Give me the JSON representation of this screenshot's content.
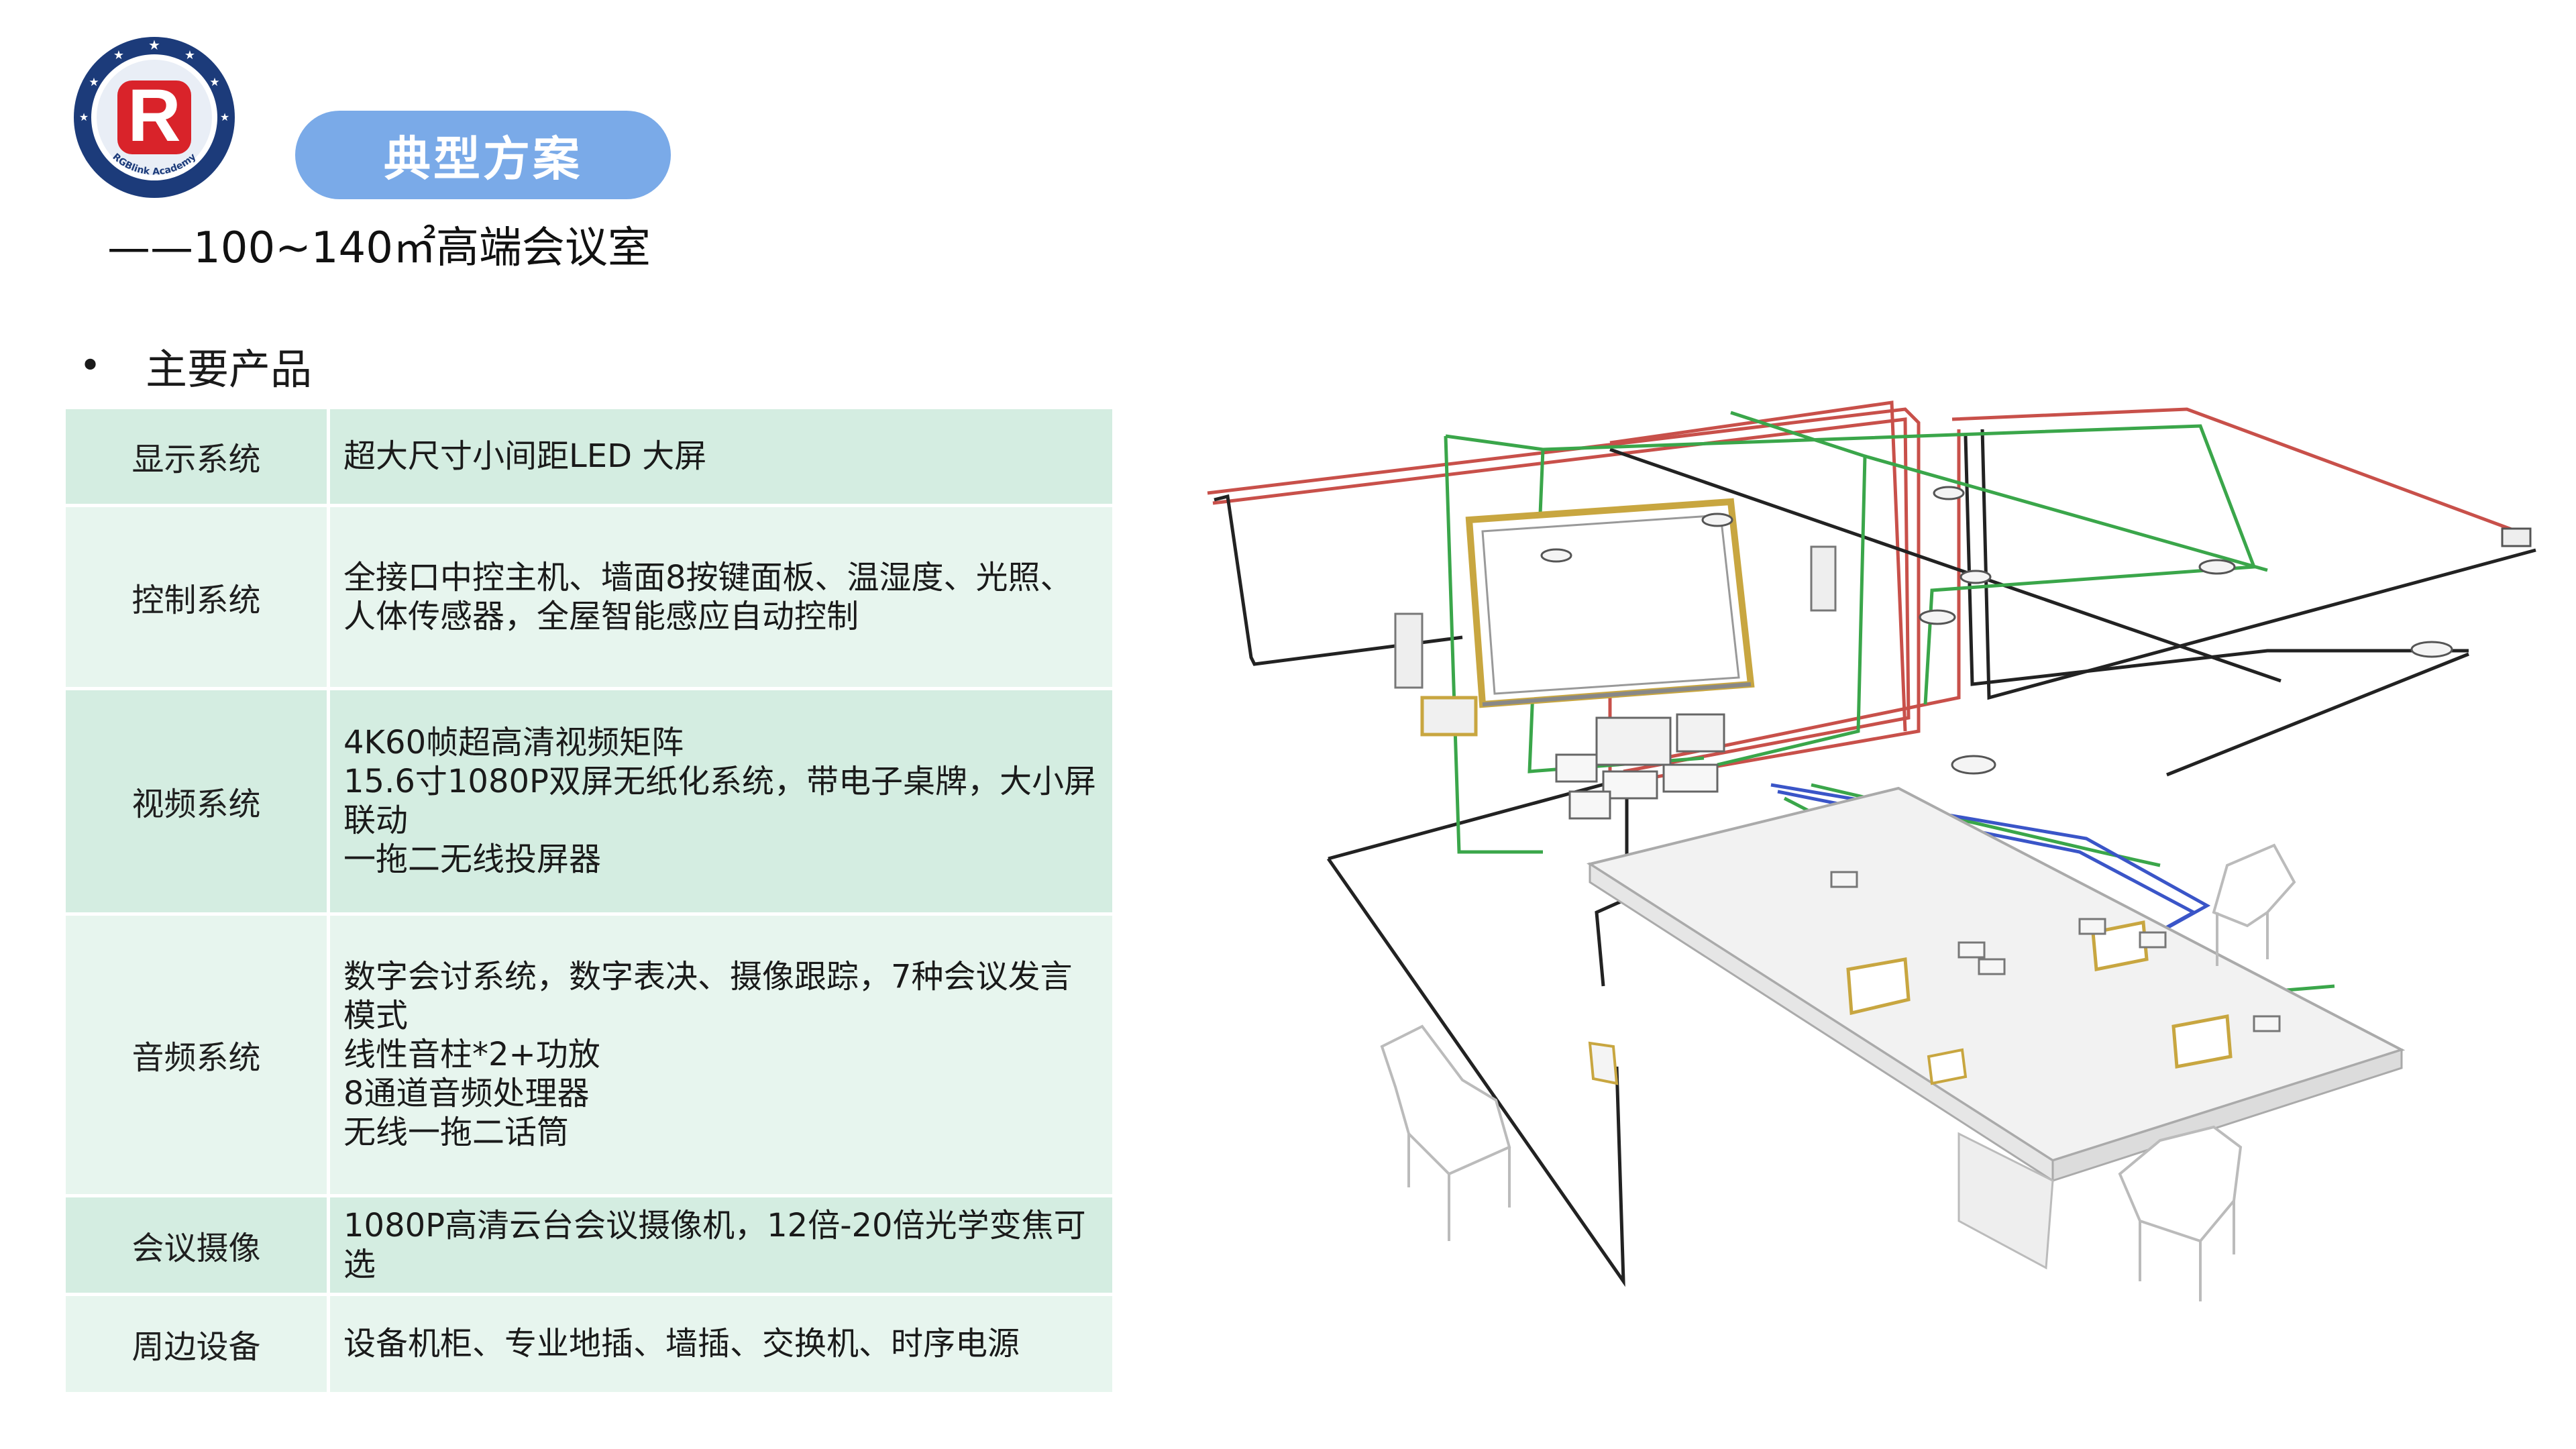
{
  "logo": {
    "letter": "R",
    "caption": "RGBlink Academy",
    "colors": {
      "ring": "#1c3b7a",
      "letter": "#d9232a"
    }
  },
  "header": {
    "title": "典型方案",
    "subtitle": "——100~140㎡高端会议室"
  },
  "section": {
    "bullet": "•",
    "title": "主要产品"
  },
  "products": [
    {
      "category": "显示系统",
      "lines": [
        "超大尺寸小间距LED 大屏"
      ]
    },
    {
      "category": "控制系统",
      "lines": [
        "全接口中控主机、墙面8按键面板、温湿度、光照、",
        "人体传感器，全屋智能感应自动控制"
      ]
    },
    {
      "category": "视频系统",
      "lines": [
        "4K60帧超高清视频矩阵",
        "15.6寸1080P双屏无纸化系统，带电子桌牌，大小屏",
        "联动",
        "一拖二无线投屏器"
      ]
    },
    {
      "category": "音频系统",
      "lines": [
        "数字会讨系统，数字表决、摄像跟踪，7种会议发言",
        "模式",
        "线性音柱*2+功放",
        "8通道音频处理器",
        "无线一拖二话筒"
      ]
    },
    {
      "category": "会议摄像",
      "lines": [
        "1080P高清云台会议摄像机，12倍-20倍光学变焦可",
        "选"
      ]
    },
    {
      "category": "周边设备",
      "lines": [
        "设备机柜、专业地插、墙插、交换机、时序电源"
      ]
    }
  ],
  "colors": {
    "pill": "#7aaae8",
    "row_dark": "#d4ede1",
    "row_light": "#e7f5ee",
    "cable_red": "#c8504a",
    "cable_green": "#3aa64a",
    "cable_blue": "#3a55c8",
    "cable_black": "#222222",
    "device_gold": "#c8a640"
  }
}
